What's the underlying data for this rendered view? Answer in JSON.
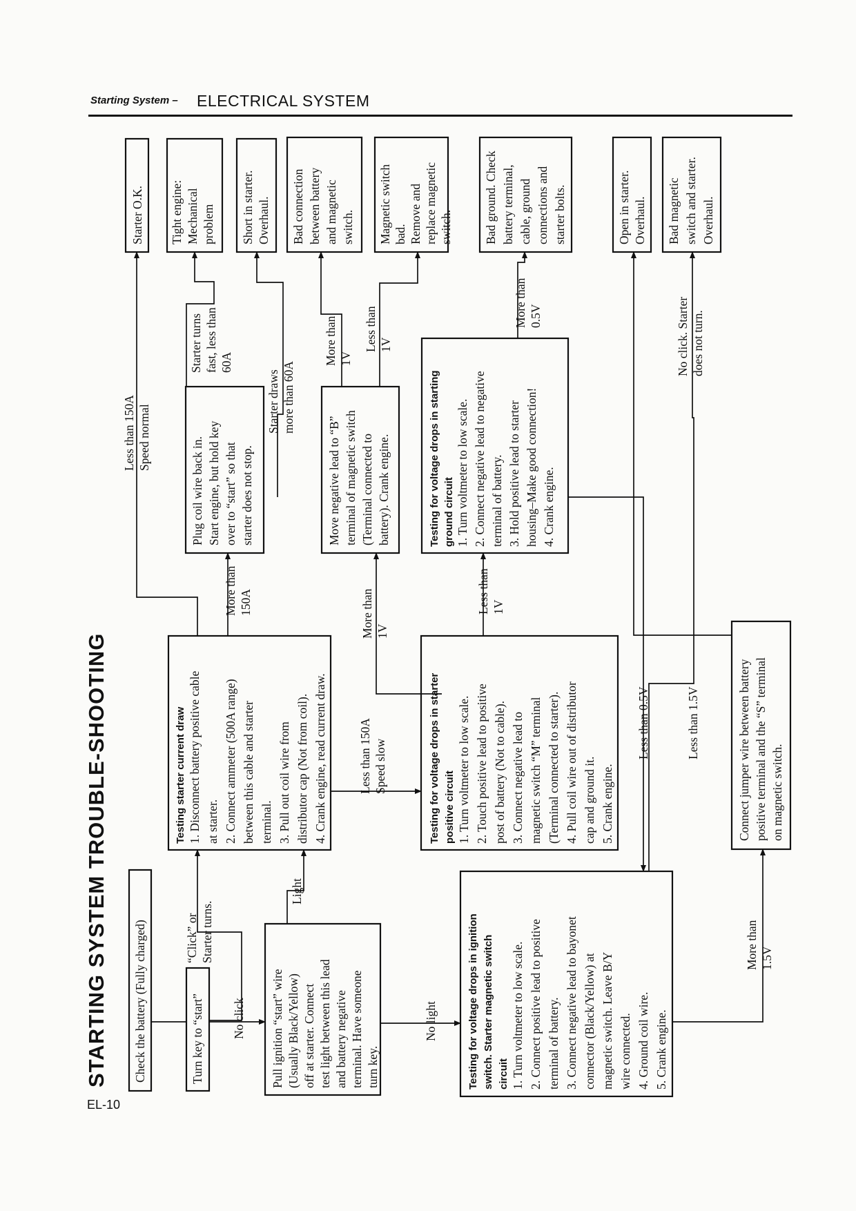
{
  "header": {
    "section": "Starting System –",
    "chapter": "ELECTRICAL SYSTEM",
    "page_number": "EL-10"
  },
  "title": "STARTING SYSTEM TROUBLE-SHOOTING",
  "boxes": {
    "check_battery": [
      "Check the battery (Fully charged)"
    ],
    "turn_key": [
      "Turn key to “start”"
    ],
    "pull_ignition": [
      "Pull ignition “start” wire",
      "(Usually Black/Yellow)",
      "off at starter. Connect",
      "test light between this lead",
      "and battery negative",
      "terminal. Have someone",
      "turn key."
    ],
    "ignition_switch_test": {
      "heading": [
        "Testing for voltage drops in ignition",
        "switch. Starter magnetic switch",
        "circuit"
      ],
      "steps": [
        "1. Turn voltmeter to low scale.",
        "2. Connect positive lead to positive",
        "    terminal of battery.",
        "3. Connect negative lead to bayonet",
        "    connector (Black/Yellow) at",
        "    magnetic switch. Leave B/Y",
        "    wire connected.",
        "4. Ground coil wire.",
        "5. Crank engine."
      ]
    },
    "current_draw_test": {
      "heading": [
        "Testing starter current draw"
      ],
      "steps": [
        "1. Disconnect battery positive cable",
        "    at starter.",
        "2. Connect ammeter (500A range)",
        "    between this cable and starter",
        "    terminal.",
        "3. Pull out coil wire from",
        "    distributor cap (Not from coil).",
        "4. Crank engine, read current draw."
      ]
    },
    "positive_circuit_test": {
      "heading": [
        "Testing for voltage drops in starter",
        "positive circuit"
      ],
      "steps": [
        "1. Turn voltmeter to low scale.",
        "2. Touch positive lead to positive",
        "    post of battery (Not to cable).",
        "3. Connect negative lead to",
        "    magnetic switch “M” terminal",
        "    (Terminal connected to starter).",
        "4. Pull coil wire out of distributor",
        "    cap and ground it.",
        "5. Crank engine."
      ]
    },
    "plug_coil_wire": [
      "Plug coil wire back in.",
      "Start engine, but hold key",
      "over to “start” so that",
      "starter does not stop."
    ],
    "move_negative_lead": [
      "Move negative lead to “B”",
      "terminal of magnetic switch",
      "(Terminal connected to",
      "battery). Crank engine."
    ],
    "ground_circuit_test": {
      "heading": [
        "Testing for voltage drops in starting",
        "ground circuit"
      ],
      "steps": [
        "1. Turn voltmeter to low scale.",
        "2. Connect negative lead to negative",
        "    terminal of battery.",
        "3. Hold positive lead to starter",
        "    housing–Make good connection!",
        "4. Crank engine."
      ]
    },
    "jumper_wire": [
      "Connect jumper wire between battery",
      "positive terminal and the “S” terminal",
      "on magnetic switch."
    ],
    "starter_ok": [
      "Starter O.K."
    ],
    "tight_engine": [
      "Tight engine:",
      "Mechanical",
      "problem"
    ],
    "short_in_starter": [
      "Short in starter.",
      "Overhaul."
    ],
    "bad_connection": [
      "Bad connection",
      "between battery",
      "and magnetic",
      "switch."
    ],
    "magnetic_switch_bad": [
      "Magnetic switch",
      "bad.",
      "Remove and",
      "replace magnetic",
      "switch."
    ],
    "bad_ground": [
      "Bad ground. Check",
      "battery terminal,",
      "cable, ground",
      "connections and",
      "starter bolts."
    ],
    "open_in_starter": [
      "Open in starter.",
      "Overhaul."
    ],
    "bad_magnetic_switch": [
      "Bad magnetic",
      "switch and starter.",
      "Overhaul."
    ]
  },
  "labels": {
    "click_or_turns": [
      "“Click” or",
      "Starter turns."
    ],
    "no_click": [
      "No click"
    ],
    "light": [
      "Light"
    ],
    "no_light": [
      "No light"
    ],
    "more_than_150a": [
      "More than",
      "150A"
    ],
    "less_than_150a_slow": [
      "Less than 150A",
      "Speed slow"
    ],
    "less_than_150a_normal": [
      "Less than 150A",
      "Speed normal"
    ],
    "turns_fast_less_60a": [
      "Starter turns",
      "fast, less than",
      "60A"
    ],
    "draws_more_60a": [
      "Starter draws",
      "more than 60A"
    ],
    "more_than_1v_pos": [
      "More than",
      "1V"
    ],
    "less_than_1v_pos": [
      "Less than",
      "1V"
    ],
    "more_than_1v_b": [
      "More than",
      "1V"
    ],
    "less_than_1v_b": [
      "Less than",
      "1V"
    ],
    "more_than_05v": [
      "More than",
      "0.5V"
    ],
    "less_than_05v": [
      "Less than 0.5V"
    ],
    "less_than_15v": [
      "Less than 1.5V"
    ],
    "more_than_15v": [
      "More than",
      "1.5V"
    ],
    "no_click_no_turn": [
      "No click. Starter",
      "does not turn."
    ]
  }
}
